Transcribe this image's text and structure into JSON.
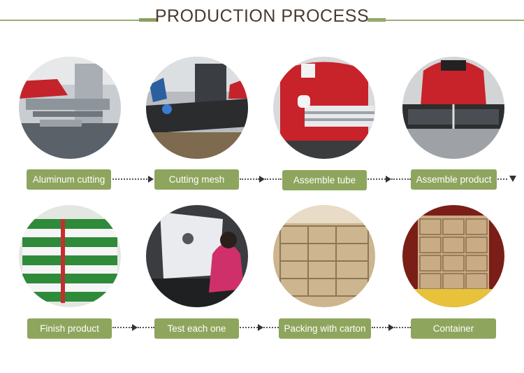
{
  "header": {
    "title": "PRODUCTION PROCESS"
  },
  "steps": [
    {
      "label": "Aluminum cutting",
      "icon": "photo-aluminum-cutting"
    },
    {
      "label": "Cutting mesh",
      "icon": "photo-cutting-mesh"
    },
    {
      "label": "Assemble tube",
      "icon": "photo-assemble-tube"
    },
    {
      "label": "Assemble product",
      "icon": "photo-assemble-product"
    },
    {
      "label": "Finish product",
      "icon": "photo-finish-product"
    },
    {
      "label": "Test each one",
      "icon": "photo-test-each-one"
    },
    {
      "label": "Packing with carton",
      "icon": "photo-packing-with-carton"
    },
    {
      "label": "Container",
      "icon": "photo-container"
    }
  ],
  "colors": {
    "accent": "#8ea55d",
    "title": "#4a3a2e",
    "rule": "#9cad7b"
  }
}
